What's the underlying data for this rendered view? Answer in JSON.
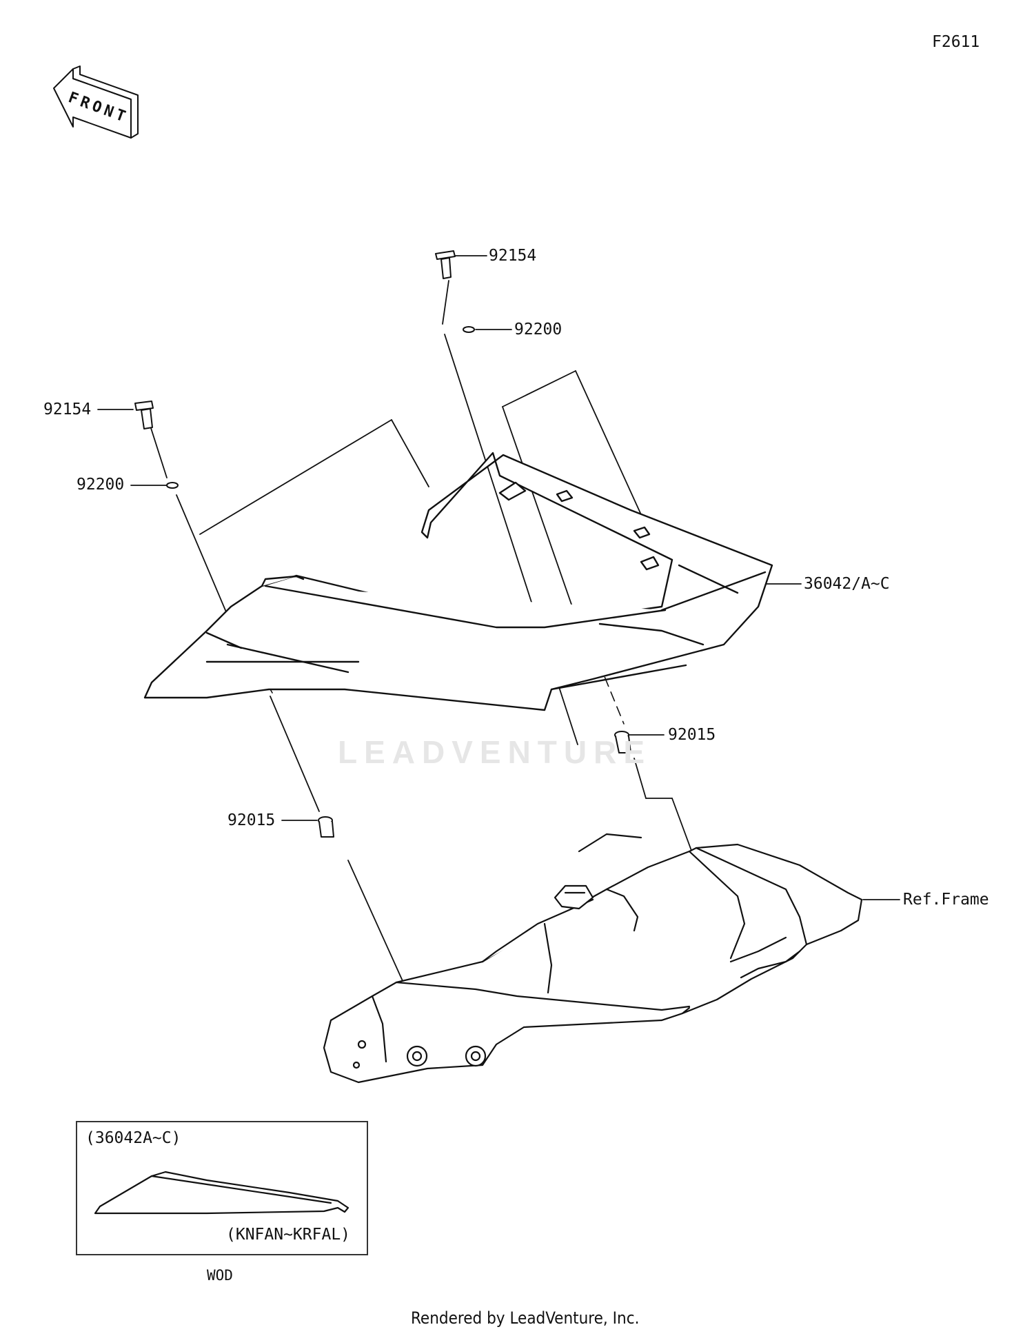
{
  "diagram_code": "F2611",
  "front_label": "FRONT",
  "parts": [
    {
      "number": "92154",
      "position_note": "top bolt"
    },
    {
      "number": "92200",
      "position_note": "top washer"
    },
    {
      "number": "92154",
      "position_note": "left bolt"
    },
    {
      "number": "92200",
      "position_note": "left washer"
    },
    {
      "number": "36042/A~C"
    },
    {
      "number": "92015",
      "position_note": "right collar"
    },
    {
      "number": "92015",
      "position_note": "left collar"
    },
    {
      "number": "Ref.Frame"
    }
  ],
  "inset": {
    "title": "(36042A~C)",
    "note": "(KNFAN~KRFAL)",
    "caption": "WOD"
  },
  "watermark": "LEADVENTURE",
  "footer": "Rendered by LeadVenture, Inc."
}
